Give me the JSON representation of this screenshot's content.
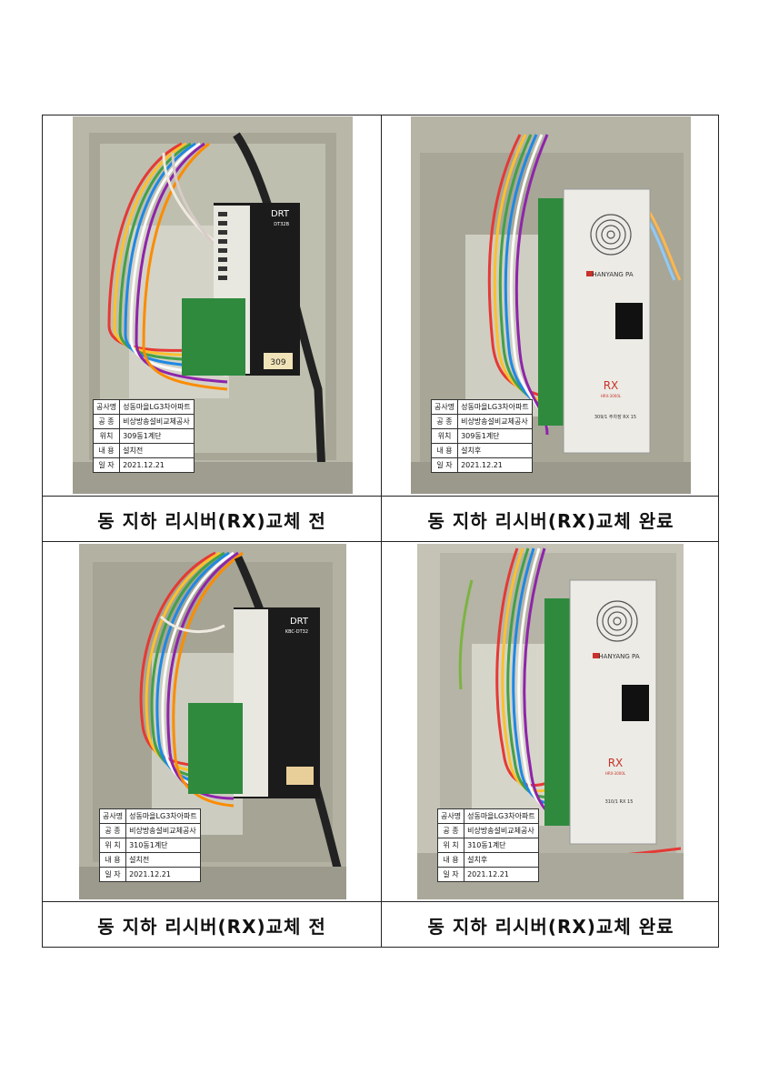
{
  "panels": [
    {
      "caption": "동 지하 리시버(RX)교체 전",
      "device_label": "DRT",
      "device_model": "DT32B",
      "tag": "309",
      "info": {
        "project_key": "공사명",
        "project": "성동마을LG3차아파트",
        "kind_key": "공 종",
        "kind": "비상방송설비교체공사",
        "location_key": "위치",
        "location": "309동1계단",
        "content_key": "내 용",
        "content": "설치전",
        "date_key": "일 자",
        "date": "2021.12.21"
      }
    },
    {
      "caption": "동 지하 리시버(RX)교체 완료",
      "brand": "HANYANG PA",
      "device_label": "RX",
      "device_model": "HRX-3000L",
      "tag": "309/1 주차장 RX 15",
      "info": {
        "project_key": "공사명",
        "project": "성동마을LG3차아파트",
        "kind_key": "공 종",
        "kind": "비상방송설비교체공사",
        "location_key": "위치",
        "location": "309동1계단",
        "content_key": "내 용",
        "content": "설치후",
        "date_key": "일 자",
        "date": "2021.12.21"
      }
    },
    {
      "caption": "동 지하 리시버(RX)교체 전",
      "device_label": "DRT",
      "device_model": "KBC-DT32",
      "info": {
        "project_key": "공사명",
        "project": "성동마을LG3차아파트",
        "kind_key": "공 종",
        "kind": "비상방송설비교체공사",
        "location_key": "위 치",
        "location": "310동1계단",
        "content_key": "내 용",
        "content": "설치전",
        "date_key": "일 자",
        "date": "2021.12.21"
      }
    },
    {
      "caption": "동 지하 리시버(RX)교체 완료",
      "brand": "HANYANG PA",
      "device_label": "RX",
      "device_model": "HRX-3000L",
      "tag": "310/1 RX 15",
      "info": {
        "project_key": "공사명",
        "project": "성동마을LG3차아파트",
        "kind_key": "공 종",
        "kind": "비상방송설비교체공사",
        "location_key": "위 치",
        "location": "310동1계단",
        "content_key": "내 용",
        "content": "설치후",
        "date_key": "일 자",
        "date": "2021.12.21"
      }
    }
  ],
  "colors": {
    "cabinet": "#b9b8a8",
    "cabinet_dark": "#8d8b7c",
    "panel_black": "#1b1b1b",
    "terminal_green": "#2f8a3e",
    "device_white": "#ecebe6",
    "brand_red": "#c8322a"
  }
}
